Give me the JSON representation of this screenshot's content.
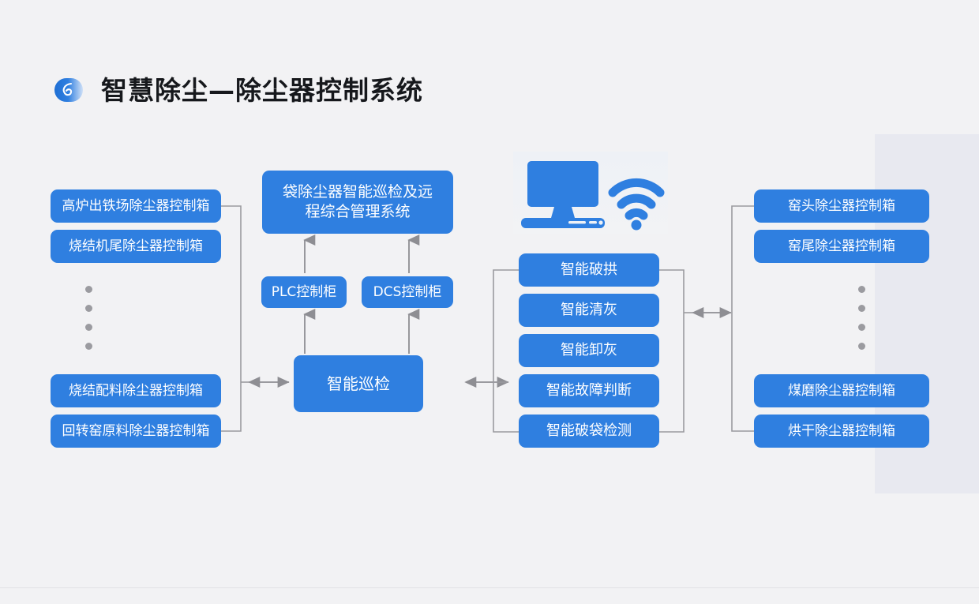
{
  "header": {
    "title": "智慧除尘—除尘器控制系统",
    "logo_icon": "swirl-logo-icon"
  },
  "colors": {
    "node_blue": "#2f7fe0",
    "background": "#f2f2f4",
    "panel": "#e8e9f0",
    "wire": "#9a9a9f",
    "dot": "#9b9ba0",
    "title": "#16181c",
    "illustration_blue": "#2f7fe0"
  },
  "left_column": {
    "items": [
      {
        "label": "高炉出铁场除尘器控制箱"
      },
      {
        "label": "烧结机尾除尘器控制箱"
      },
      {
        "label": "烧结配料除尘器控制箱"
      },
      {
        "label": "回转窑原料除尘器控制箱"
      }
    ],
    "ellipsis_dots": 4
  },
  "center_column": {
    "system_box": "袋除尘器智能巡检及远程综合管理系统",
    "cabinets": [
      {
        "label": "PLC控制柜"
      },
      {
        "label": "DCS控制柜"
      }
    ],
    "inspection_box": "智能巡检"
  },
  "feature_column": {
    "items": [
      {
        "label": "智能破拱"
      },
      {
        "label": "智能清灰"
      },
      {
        "label": "智能卸灰"
      },
      {
        "label": "智能故障判断"
      },
      {
        "label": "智能破袋检测"
      }
    ]
  },
  "right_column": {
    "items": [
      {
        "label": "窑头除尘器控制箱"
      },
      {
        "label": "窑尾除尘器控制箱"
      },
      {
        "label": "煤磨除尘器控制箱"
      },
      {
        "label": "烘干除尘器控制箱"
      }
    ],
    "ellipsis_dots": 4
  },
  "illustration": {
    "monitor_icon": "desktop-computer-icon",
    "wifi_icon": "wifi-signal-icon"
  }
}
